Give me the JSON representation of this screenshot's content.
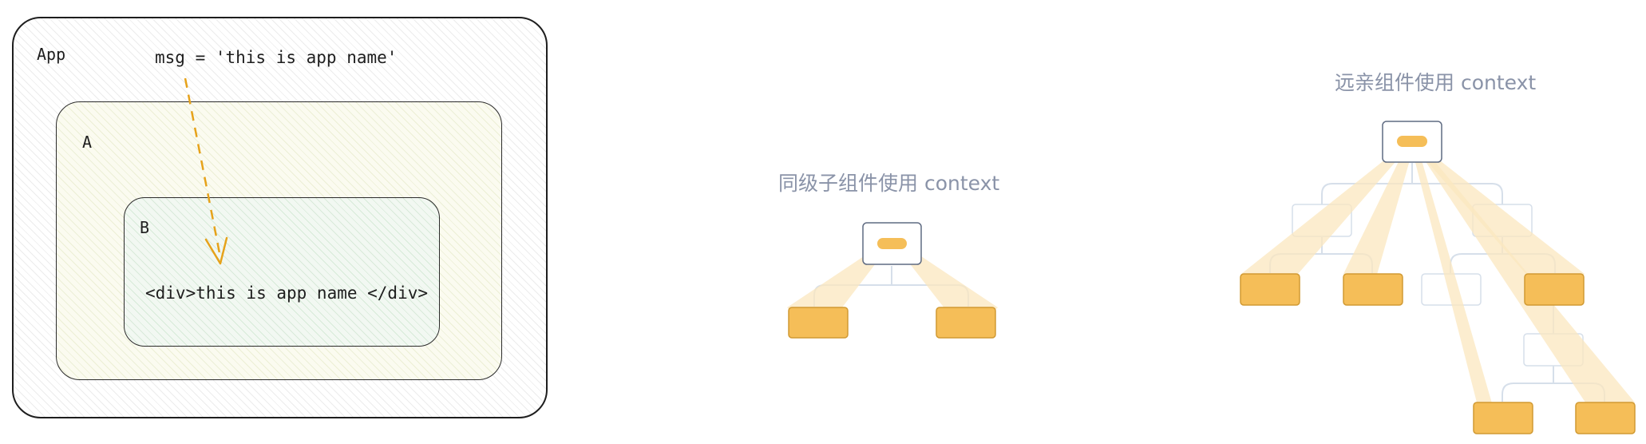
{
  "diagram1": {
    "app_label": "App",
    "a_label": "A",
    "b_label": "B",
    "msg_text": "msg = 'this is app name'",
    "div_text": "<div>this is app name </div>"
  },
  "diagram2": {
    "caption": "同级子组件使用 context"
  },
  "diagram3": {
    "caption": "远亲组件使用 context"
  },
  "colors": {
    "provider_orange": "#f5be58",
    "beam_orange": "#fbe7bf",
    "arrow_orange": "#e6a21a",
    "connector_line": "#d6dfea",
    "caption_gray": "#8a93a8"
  }
}
